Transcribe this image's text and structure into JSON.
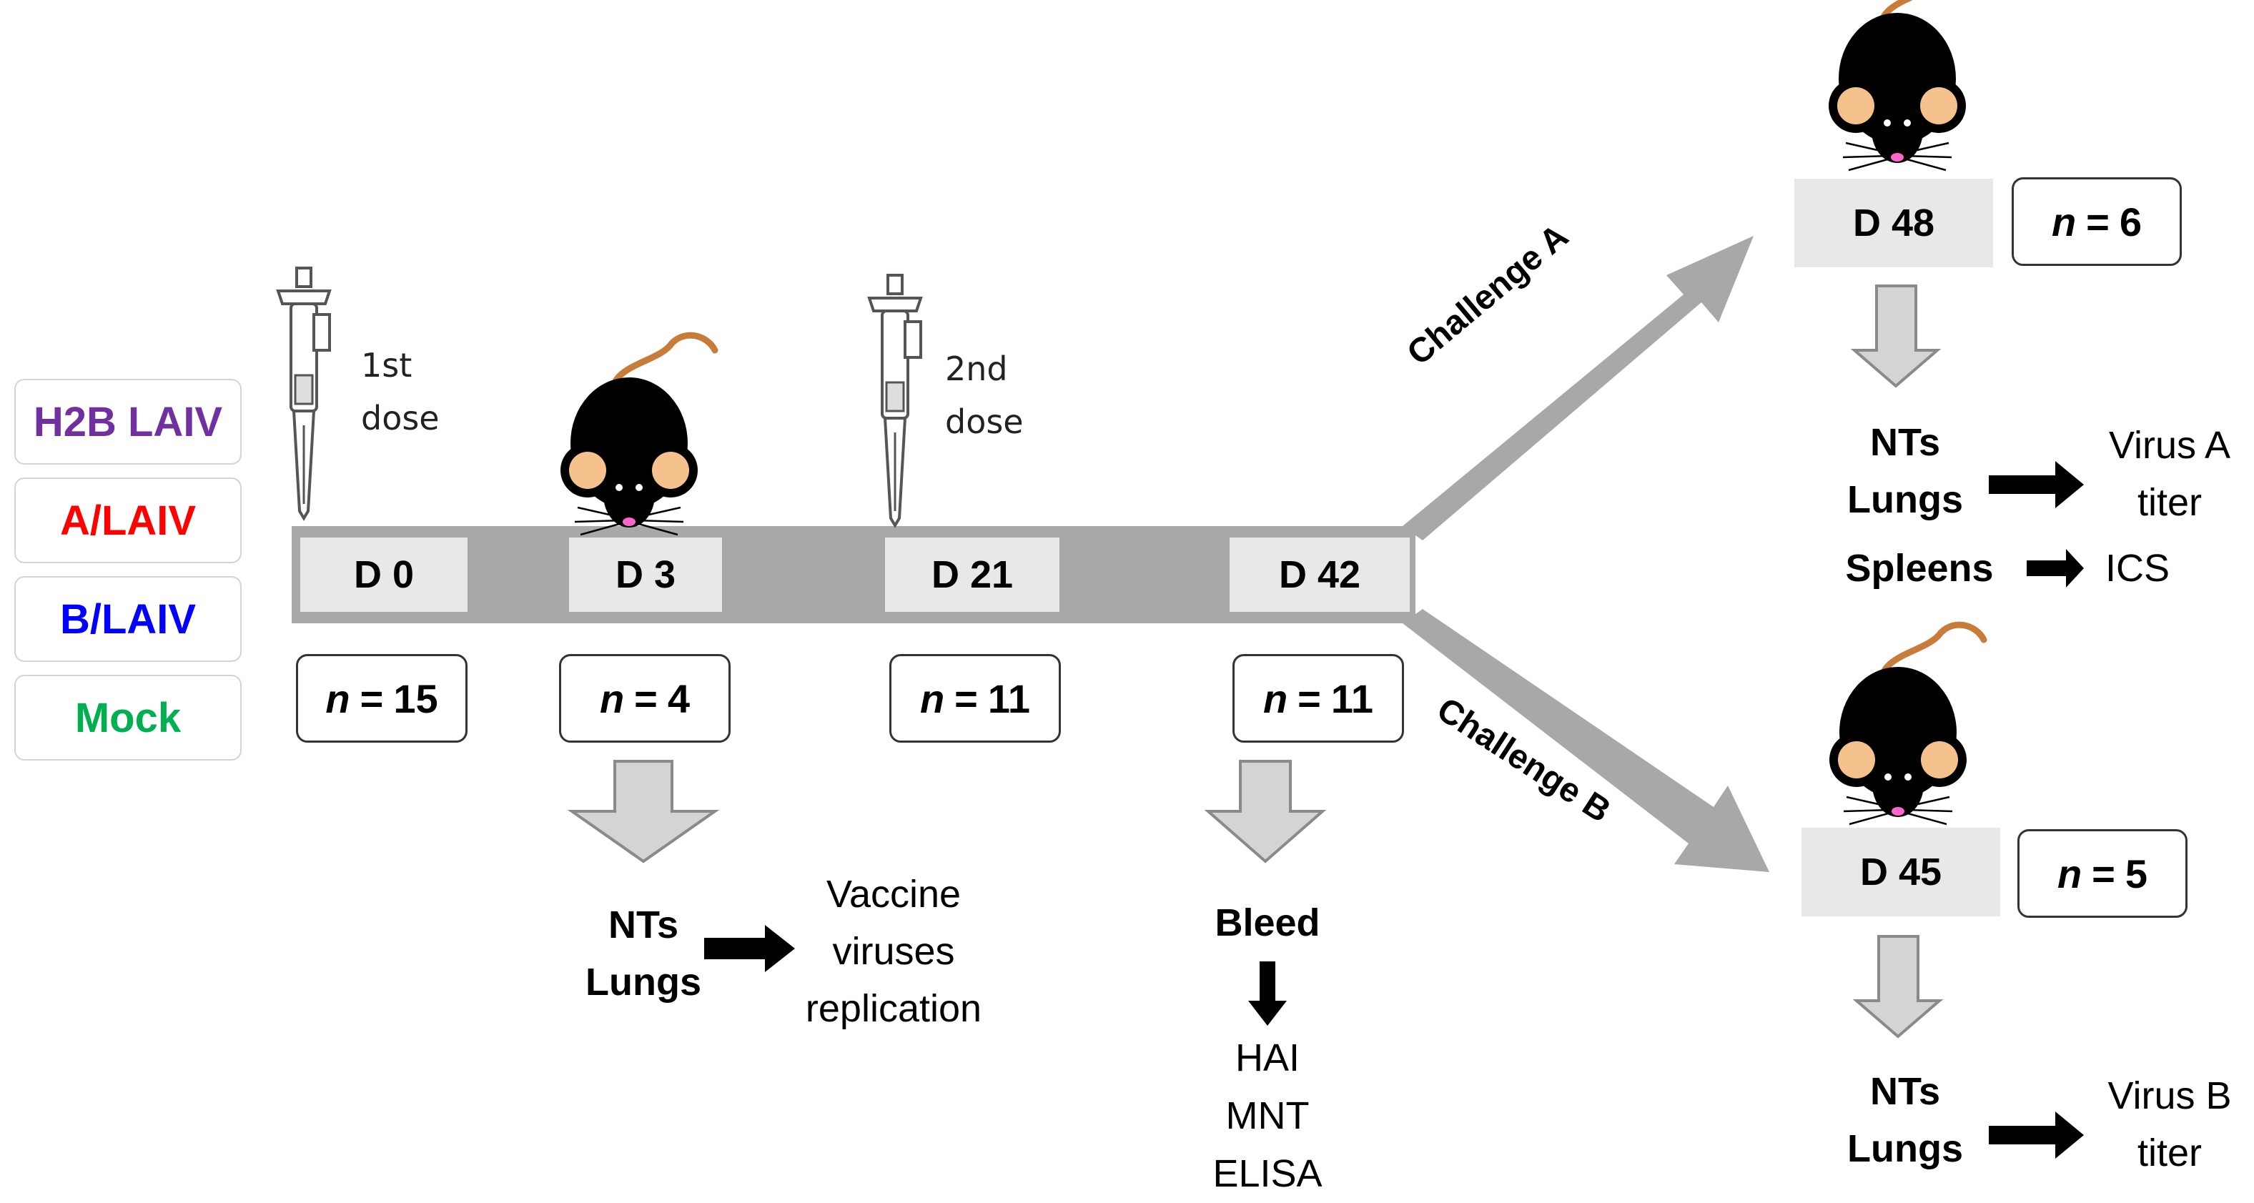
{
  "groups": [
    {
      "label": "H2B LAIV",
      "color": "#7030a0"
    },
    {
      "label": "A/LAIV",
      "color": "#ff0000"
    },
    {
      "label": "B/LAIV",
      "color": "#0000ff"
    },
    {
      "label": "Mock",
      "color": "#00b050"
    }
  ],
  "timeline": {
    "days": [
      "D 0",
      "D 3",
      "D 21",
      "D 42"
    ],
    "counts": [
      {
        "n": "n",
        "eq": "=",
        "value": "15"
      },
      {
        "n": "n",
        "eq": "=",
        "value": "4"
      },
      {
        "n": "n",
        "eq": "=",
        "value": "11"
      },
      {
        "n": "n",
        "eq": "=",
        "value": "11"
      }
    ]
  },
  "doses": {
    "first": [
      "1st",
      "dose"
    ],
    "second": [
      "2nd",
      "dose"
    ]
  },
  "day3_readout": {
    "samples": [
      "NTs",
      "Lungs"
    ],
    "result": [
      "Vaccine",
      "viruses",
      "replication"
    ]
  },
  "day42_readout": {
    "sample": "Bleed",
    "assays": [
      "HAI",
      "MNT",
      "ELISA"
    ]
  },
  "challenge_a": {
    "label": "Challenge A",
    "day": "D 48",
    "count": {
      "n": "n",
      "eq": "=",
      "value": "6"
    },
    "samples": [
      "NTs",
      "Lungs"
    ],
    "result": [
      "Virus A",
      "titer"
    ],
    "spleens": "Spleens",
    "spleens_result": "ICS"
  },
  "challenge_b": {
    "label": "Challenge B",
    "day": "D 45",
    "count": {
      "n": "n",
      "eq": "=",
      "value": "5"
    },
    "samples": [
      "NTs",
      "Lungs"
    ],
    "result": [
      "Virus B",
      "titer"
    ]
  },
  "icons": [
    "pipette-icon",
    "mouse-icon"
  ]
}
